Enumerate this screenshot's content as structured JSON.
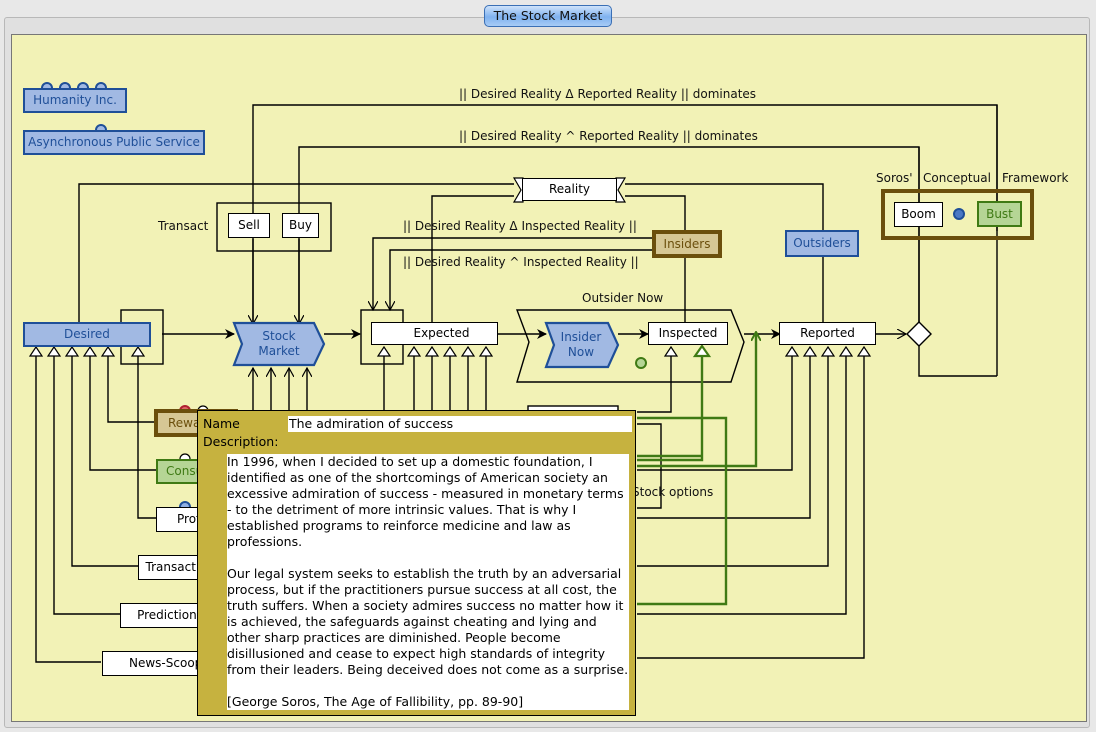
{
  "window": {
    "tab_title": "The Stock Market"
  },
  "colors": {
    "canvas_bg": "#f2f2b6",
    "blue_fill": "#a1b9e3",
    "blue_border": "#1f4f98",
    "green_fill": "#b5d595",
    "green_border": "#3f7a14",
    "tan_fill": "#d6c794",
    "tan_border": "#6b4f0c",
    "popup_bg": "#c6b23f"
  },
  "legend": {
    "humanity": "Humanity Inc.",
    "public_service": "Asynchronous Public Service"
  },
  "annotations": {
    "delta_reported": "|| Desired Reality Δ Reported Reality || dominates",
    "wedge_reported": "|| Desired Reality ^ Reported Reality || dominates",
    "delta_inspected": "|| Desired Reality Δ Inspected Reality ||",
    "wedge_inspected": "|| Desired Reality ^ Inspected Reality ||",
    "transact": "Transact",
    "outsider_now": "Outsider Now",
    "soros_1": "Soros'",
    "soros_2": "Conceptual",
    "soros_3": "Framework",
    "stock_options": "Stock  options"
  },
  "nodes": {
    "desired": "Desired",
    "stock_market": "Stock\nMarket",
    "expected": "Expected",
    "insider_now": "Insider\nNow",
    "inspected": "Inspected",
    "reported": "Reported",
    "reality": "Reality",
    "sell": "Sell",
    "buy": "Buy",
    "insiders": "Insiders",
    "outsiders": "Outsiders",
    "boom": "Boom",
    "bust": "Bust",
    "rewards": "Rewards",
    "consulting": "Consulting",
    "profits": "Profits",
    "transactions": "Transactions",
    "predictions": "Predictions",
    "news_scoops": "News-Scoops"
  },
  "popup": {
    "name_label": "Name",
    "name_value": "The admiration of success",
    "description_label": "Description:",
    "description": "In 1996, when I decided to set up a domestic foundation, I\nidentified as one of the shortcomings of American society an\nexcessive admiration of success - measured in monetary terms\n- to the detriment of more intrinsic values. That is why I\nestablished programs to reinforce medicine and law as\nprofessions.\n\nOur legal system seeks to establish the truth by an adversarial\nprocess, but if the practitioners pursue success at all cost, the\ntruth suffers. When a society admires success no matter how it\nis achieved, the safeguards against cheating and lying and\nother sharp practices are diminished. People become\ndisillusioned and cease to expect high standards of integrity\nfrom their leaders. Being deceived does not come as a surprise.\n\n[George Soros, The Age of Fallibility, pp. 89-90]"
  }
}
